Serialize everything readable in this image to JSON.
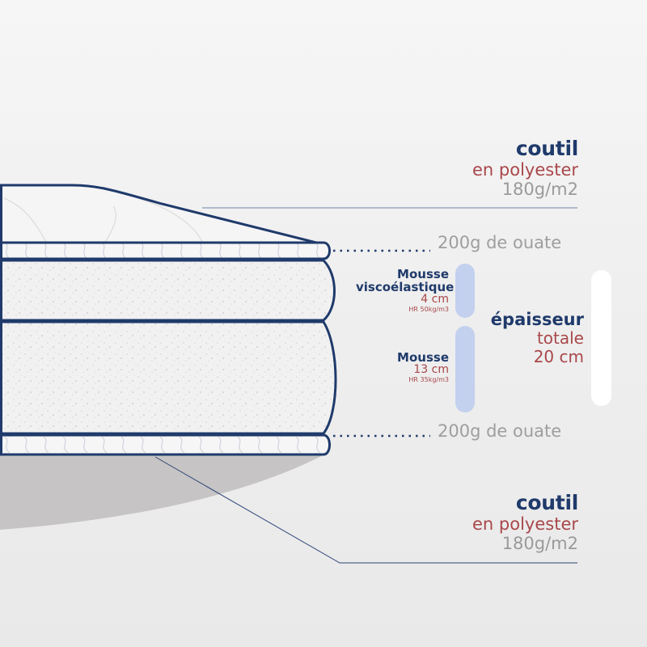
{
  "colors": {
    "navy": "#1f3a6b",
    "red": "#a9474a",
    "grey": "#9a9a9a",
    "pill_blue": "#c3d0ee",
    "pill_white": "#ffffff",
    "shadow": "#c6c4c4"
  },
  "labels": {
    "top_coutil": {
      "title": "coutil",
      "material": "en polyester",
      "weight": "180g/m2"
    },
    "top_ouate": "200g de ouate",
    "memory_foam": {
      "title_line1": "Mousse",
      "title_line2": "viscoélastique",
      "thickness": "4 cm",
      "density": "HR 50kg/m3"
    },
    "foam": {
      "title": "Mousse",
      "thickness": "13 cm",
      "density": "HR 35kg/m3"
    },
    "total": {
      "title": "épaisseur",
      "line2": "totale",
      "line3": "20 cm"
    },
    "bottom_ouate": "200g de ouate",
    "bottom_coutil": {
      "title": "coutil",
      "material": "en polyester",
      "weight": "180g/m2"
    }
  },
  "icons": [
    "mattress-cross-section",
    "thickness-bar-memory-foam",
    "thickness-bar-foam",
    "thickness-bar-total"
  ]
}
